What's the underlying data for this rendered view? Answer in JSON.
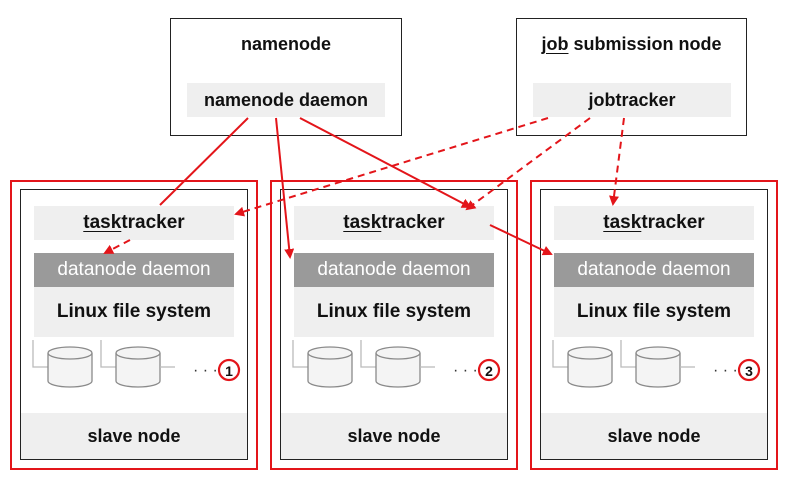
{
  "namenode": {
    "title": "namenode",
    "daemon": "namenode daemon"
  },
  "job_node": {
    "title_underlined": "job",
    "title_rest": " submission node",
    "daemon": "jobtracker"
  },
  "slaves": [
    {
      "tt_underlined": "task",
      "tt_rest": "tracker",
      "datanode": "datanode daemon",
      "fs": "Linux file system",
      "footer": "slave node",
      "dots": "· · ·",
      "index": "1"
    },
    {
      "tt_underlined": "task",
      "tt_rest": "tracker",
      "datanode": "datanode daemon",
      "fs": "Linux file system",
      "footer": "slave node",
      "dots": "· · ·",
      "index": "2"
    },
    {
      "tt_underlined": "task",
      "tt_rest": "tracker",
      "datanode": "datanode daemon",
      "fs": "Linux file system",
      "footer": "slave node",
      "dots": "· · ·",
      "index": "3"
    }
  ],
  "colors": {
    "accent": "#e3151a",
    "band": "#efefef",
    "datanode_band": "#9a9a9a",
    "disk": "#8a8a8a"
  }
}
